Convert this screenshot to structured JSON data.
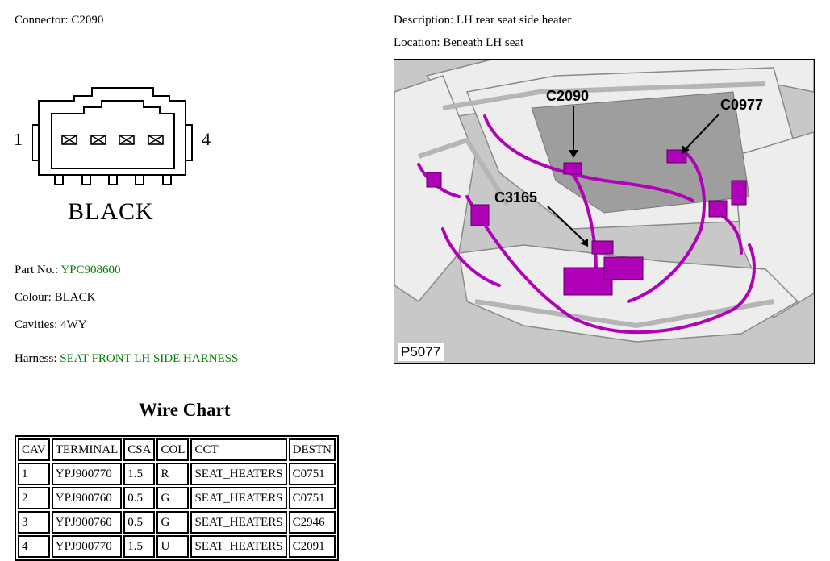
{
  "connector": {
    "label": "Connector:",
    "value": "C2090"
  },
  "description": {
    "label": "Description:",
    "value": "LH rear seat side heater"
  },
  "location": {
    "label": "Location:",
    "value": "Beneath LH seat"
  },
  "connector_diagram": {
    "pin_first": "1",
    "pin_last": "4",
    "colour_caption": "BLACK"
  },
  "part_no": {
    "label": "Part No.:",
    "value": "YPC908600"
  },
  "colour": {
    "label": "Colour:",
    "value": "BLACK"
  },
  "cavities": {
    "label": "Cavities:",
    "value": "4WY"
  },
  "harness": {
    "label": "Harness:",
    "value": "SEAT FRONT LH SIDE HARNESS"
  },
  "wire_chart": {
    "title": "Wire Chart",
    "headers": [
      "CAV",
      "TERMINAL",
      "CSA",
      "COL",
      "CCT",
      "DESTN"
    ],
    "rows": [
      [
        "1",
        "YPJ900770",
        "1.5",
        "R",
        "SEAT_HEATERS",
        "C0751"
      ],
      [
        "2",
        "YPJ900760",
        "0.5",
        "G",
        "SEAT_HEATERS",
        "C0751"
      ],
      [
        "3",
        "YPJ900760",
        "0.5",
        "G",
        "SEAT_HEATERS",
        "C2946"
      ],
      [
        "4",
        "YPJ900770",
        "1.5",
        "U",
        "SEAT_HEATERS",
        "C2091"
      ]
    ]
  },
  "location_image": {
    "callouts": [
      "C2090",
      "C0977",
      "C3165"
    ],
    "image_id": "P5077",
    "harness_color": "#b000b8"
  }
}
